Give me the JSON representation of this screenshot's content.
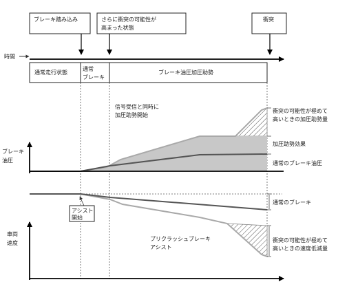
{
  "events": {
    "brake": "ブレーキ踏み込み",
    "possibility_line1": "さらに衝突の可能性が",
    "possibility_line2": "高まった状態",
    "collision": "衝突"
  },
  "time_axis_label": "時間",
  "phases": {
    "normal_driving": "通常走行状態",
    "normal_brake_line1": "通常",
    "normal_brake_line2": "ブレーキ",
    "assist": "ブレーキ油圧加圧助勢"
  },
  "annotations": {
    "signal_line1": "信号受信と同時に",
    "signal_line2": "加圧助勢開始",
    "assist_start_line1": "アシスト",
    "assist_start_line2": "開始",
    "precrash_line1": "プリクラッシュブレーキ",
    "precrash_line2": "アシスト"
  },
  "y_labels": {
    "pressure_line1": "ブレーキ",
    "pressure_line2": "油圧",
    "speed_line1": "車両",
    "speed_line2": "速度"
  },
  "right_labels": {
    "high_pressure_line1": "衝突の可能性が極めて",
    "high_pressure_line2": "高いときの加圧助勢量",
    "assist_effect": "加圧助勢効果",
    "normal_pressure": "通常のブレーキ油圧",
    "normal_brake": "通常のブレーキ",
    "high_speed_line1": "衝突の可能性が極めて",
    "high_speed_line2": "高いときの速度低減量"
  },
  "colors": {
    "fill_light": "#c8c8c8",
    "line_dark": "#555555",
    "line_light": "#a9a9a9",
    "hatch": "#555555"
  }
}
